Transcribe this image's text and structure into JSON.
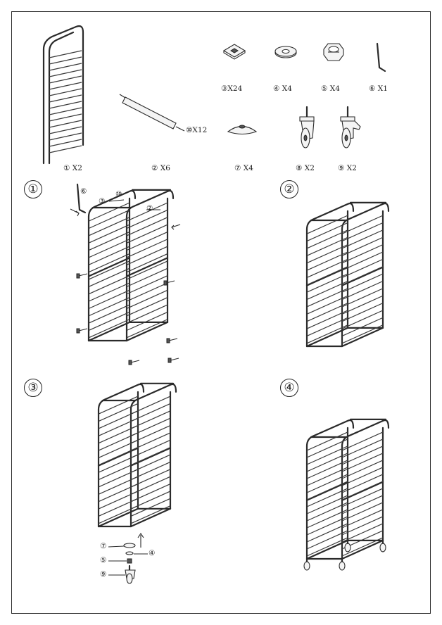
{
  "parts": [
    {
      "num": "①",
      "qty": "X2"
    },
    {
      "num": "②",
      "qty": "X6"
    },
    {
      "num": "③",
      "qty": "X24"
    },
    {
      "num": "④",
      "qty": "X4"
    },
    {
      "num": "⑤",
      "qty": "X4"
    },
    {
      "num": "⑥",
      "qty": "X1"
    },
    {
      "num": "⑦",
      "qty": "X4"
    },
    {
      "num": "⑧",
      "qty": "X2"
    },
    {
      "num": "⑨",
      "qty": "X2"
    },
    {
      "num": "⑩",
      "qty": "X12"
    }
  ],
  "steps": [
    "①",
    "②",
    "③",
    "④"
  ],
  "callouts": {
    "step1": [
      "⑥",
      "③",
      "⑩",
      "②"
    ],
    "step3": [
      "⑦",
      "④",
      "⑤",
      "⑨"
    ]
  }
}
